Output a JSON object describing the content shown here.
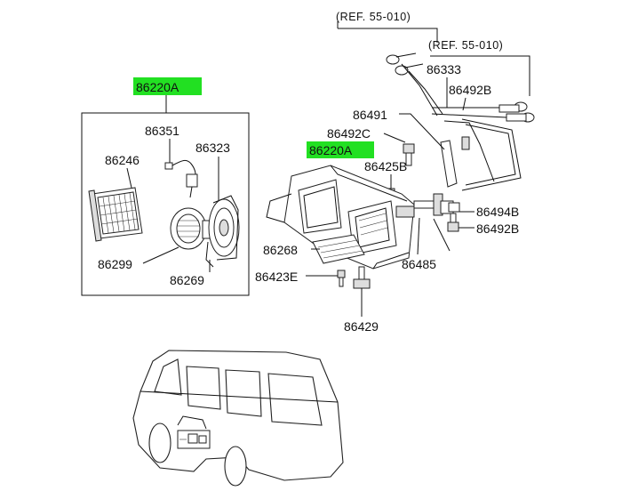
{
  "highlight_color": "#22e022",
  "ref_labels": {
    "ref_top": "(REF. 55-010)",
    "ref_right": "(REF. 55-010)"
  },
  "part_labels": {
    "p86220a_left": "86220A",
    "p86220a_center": "86220A",
    "p86351": "86351",
    "p86323": "86323",
    "p86246": "86246",
    "p86299": "86299",
    "p86269": "86269",
    "p86333": "86333",
    "p86492b_top": "86492B",
    "p86491": "86491",
    "p86492c": "86492C",
    "p86425b": "86425B",
    "p86494b": "86494B",
    "p86492b_bottom": "86492B",
    "p86268": "86268",
    "p86485": "86485",
    "p86423e": "86423E",
    "p86429": "86429"
  }
}
